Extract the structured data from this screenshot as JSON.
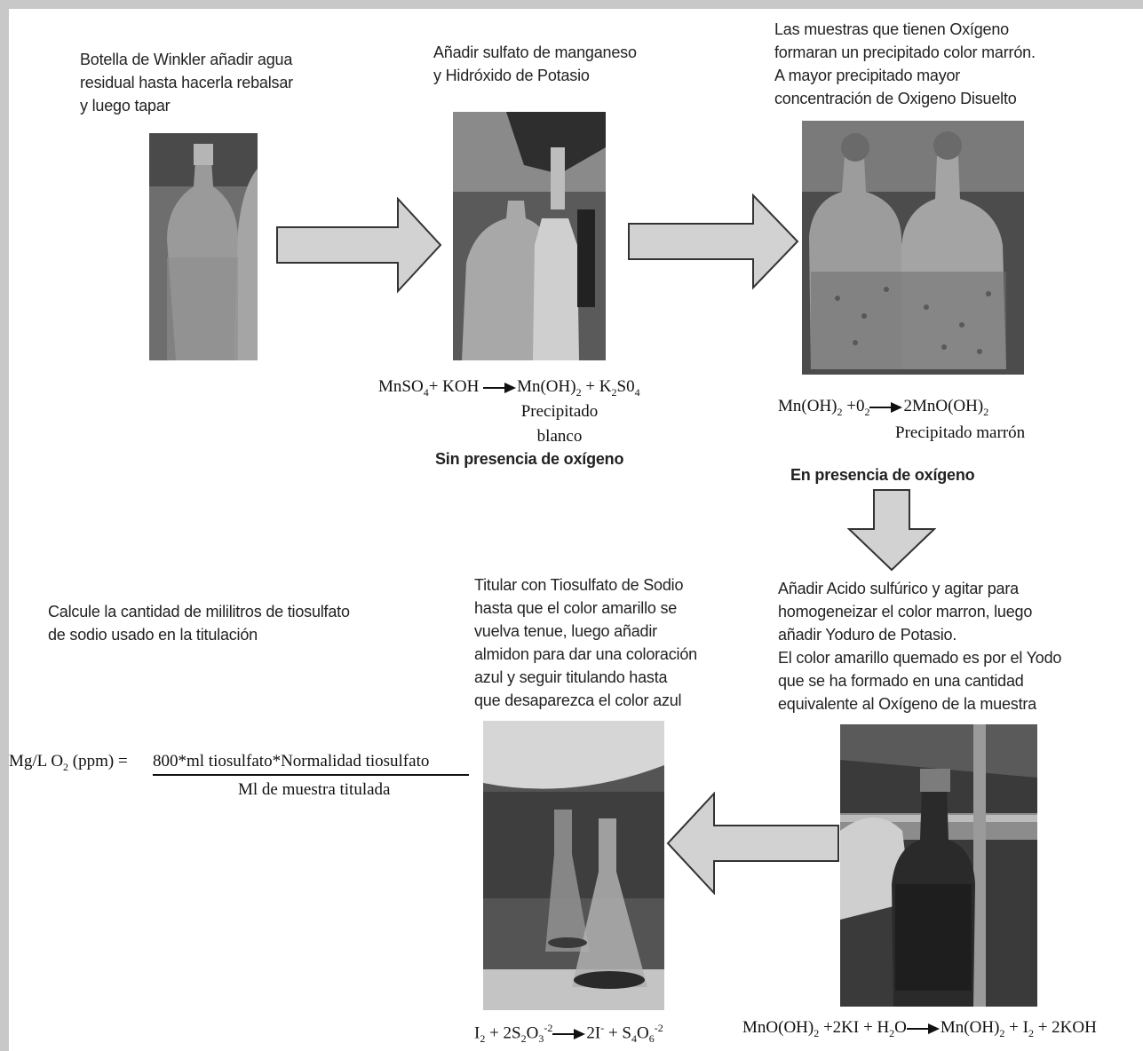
{
  "steps": {
    "step1": {
      "text": "Botella de Winkler añadir agua\nresidual hasta hacerla rebalsar\ny luego tapar"
    },
    "step2": {
      "text": "Añadir sulfato de manganeso\ny Hidróxido de Potasio",
      "equation_main": "MnSO",
      "equation_parts": [
        "4",
        "+ KOH",
        "Mn(OH)",
        "2",
        " + K",
        "2",
        "S0",
        "4"
      ],
      "note_line1": "Precipitado",
      "note_line2": "blanco",
      "condition": "Sin presencia de oxígeno"
    },
    "step3": {
      "text": "Las muestras que tienen Oxígeno\nformaran un precipitado color marrón.\nA mayor precipitado mayor\nconcentración de Oxigeno Disuelto",
      "equation_parts": [
        "Mn(OH)",
        "2",
        " +0",
        "2",
        "2MnO(OH)",
        "2"
      ],
      "note": "Precipitado marrón",
      "condition": "En presencia de oxígeno"
    },
    "step4": {
      "text": "Añadir Acido sulfúrico y agitar para\nhomogeneizar el color marron, luego\nañadir Yoduro de Potasio.\nEl color amarillo quemado es por el Yodo\nque se ha formado en una cantidad\nequivalente al Oxígeno de la muestra",
      "equation_parts": [
        "MnO(OH)",
        "2",
        " +2KI + H",
        "2",
        "O",
        "Mn(OH)",
        "2",
        " + I",
        "2",
        " + 2KOH"
      ]
    },
    "step5": {
      "text": "Titular con Tiosulfato de Sodio\nhasta que el color amarillo se\nvuelva tenue, luego añadir\nalmidon para dar una coloración\nazul  y seguir titulando hasta\nque desaparezca el color azul",
      "equation_parts": [
        "I",
        "2",
        " + 2S",
        "2",
        "O",
        "3",
        "-2",
        "2I",
        "-",
        " + S",
        "4",
        "O",
        "6",
        "-2"
      ]
    },
    "step6": {
      "text": "Calcule la cantidad de mililitros de tiosulfato\nde sodio usado en la titulación",
      "formula_left_a": "Mg/L O",
      "formula_left_sub": "2",
      "formula_left_b": " (ppm) = ",
      "formula_numerator": "800*ml tiosulfato*Normalidad tiosulfato",
      "formula_denominator": "Ml de muestra titulada"
    }
  },
  "colors": {
    "arrow_fill": "#d2d2d2",
    "arrow_stroke": "#333333",
    "background": "#ffffff",
    "frame": "#c8c8c8"
  }
}
